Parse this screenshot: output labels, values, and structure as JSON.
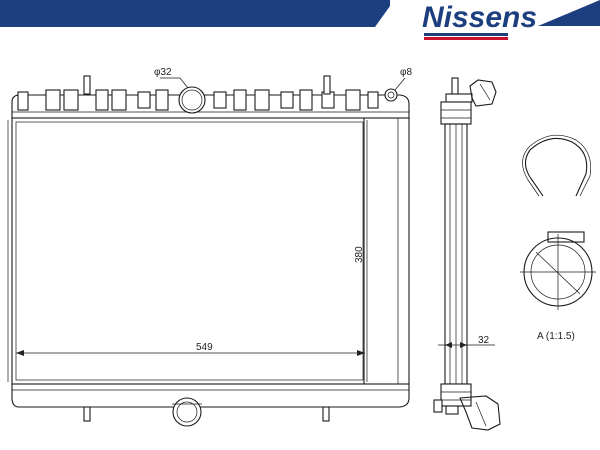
{
  "brand": {
    "name": "Nissens",
    "primary_color": "#1d3f80",
    "accent_color": "#c8102e"
  },
  "dimensions": {
    "width": "549",
    "height": "380",
    "depth": "32",
    "inlet_dia": "φ32",
    "vent_dia": "φ8"
  },
  "detail_label": "A (1:1.5)"
}
